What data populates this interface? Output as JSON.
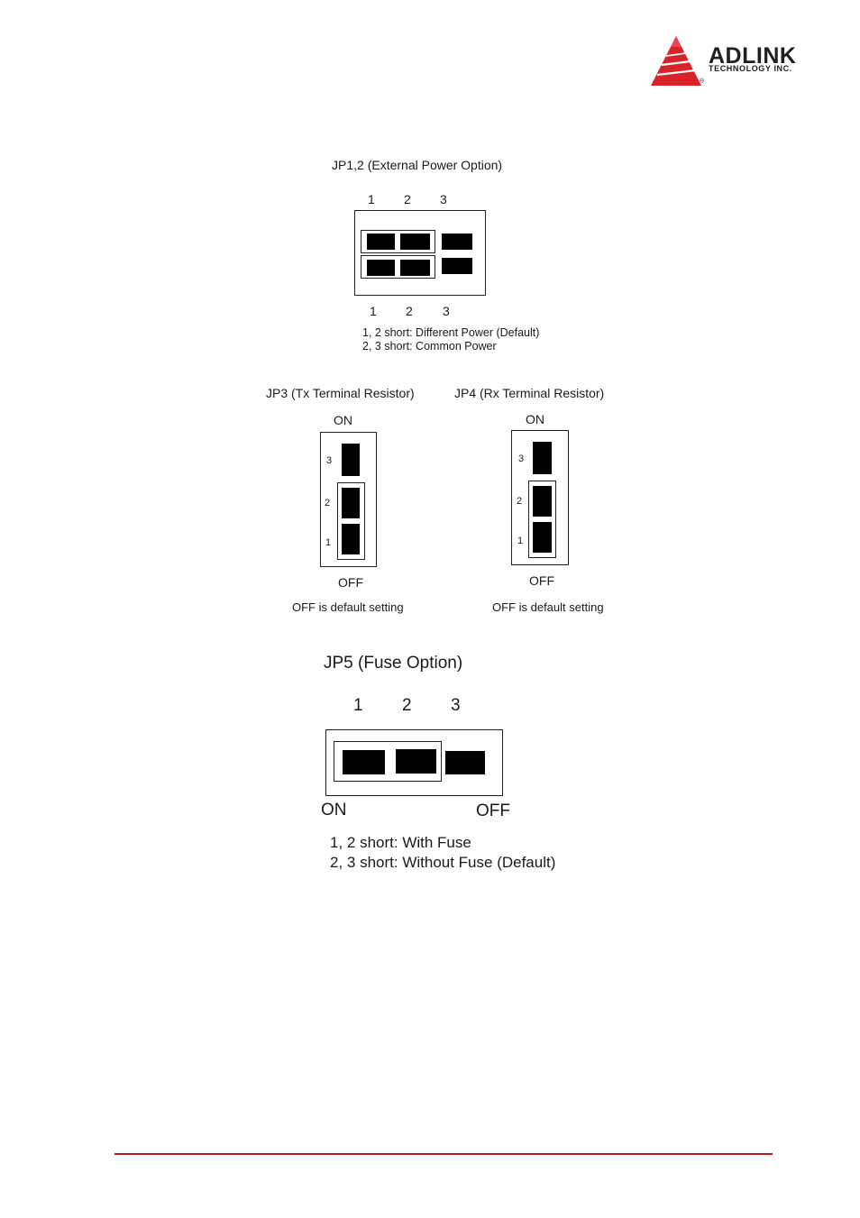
{
  "logo": {
    "brand": "ADLINK",
    "tagline": "TECHNOLOGY INC.",
    "mark": "®",
    "accent": "#d8232a"
  },
  "jp12": {
    "title": "JP1,2 (External Power Option)",
    "top_pins": [
      "1",
      "2",
      "3"
    ],
    "bottom_pins": [
      "1",
      "2",
      "3"
    ],
    "notes": [
      "1, 2 short: Different Power (Default)",
      "2, 3 short: Common Power"
    ]
  },
  "jp3": {
    "title": "JP3 (Tx Terminal Resistor)",
    "on_label": "ON",
    "off_label": "OFF",
    "pins": [
      "3",
      "2",
      "1"
    ],
    "note": "OFF is default setting"
  },
  "jp4": {
    "title": "JP4 (Rx Terminal Resistor)",
    "on_label": "ON",
    "off_label": "OFF",
    "pins": [
      "3",
      "2",
      "1"
    ],
    "note": "OFF is default setting"
  },
  "jp5": {
    "title": "JP5 (Fuse Option)",
    "pins": [
      "1",
      "2",
      "3"
    ],
    "on_label": "ON",
    "off_label": "OFF",
    "notes": [
      "1, 2 short: With Fuse",
      "2, 3 short: Without Fuse (Default)"
    ]
  },
  "footer": {
    "line_color": "#b31b1b"
  }
}
